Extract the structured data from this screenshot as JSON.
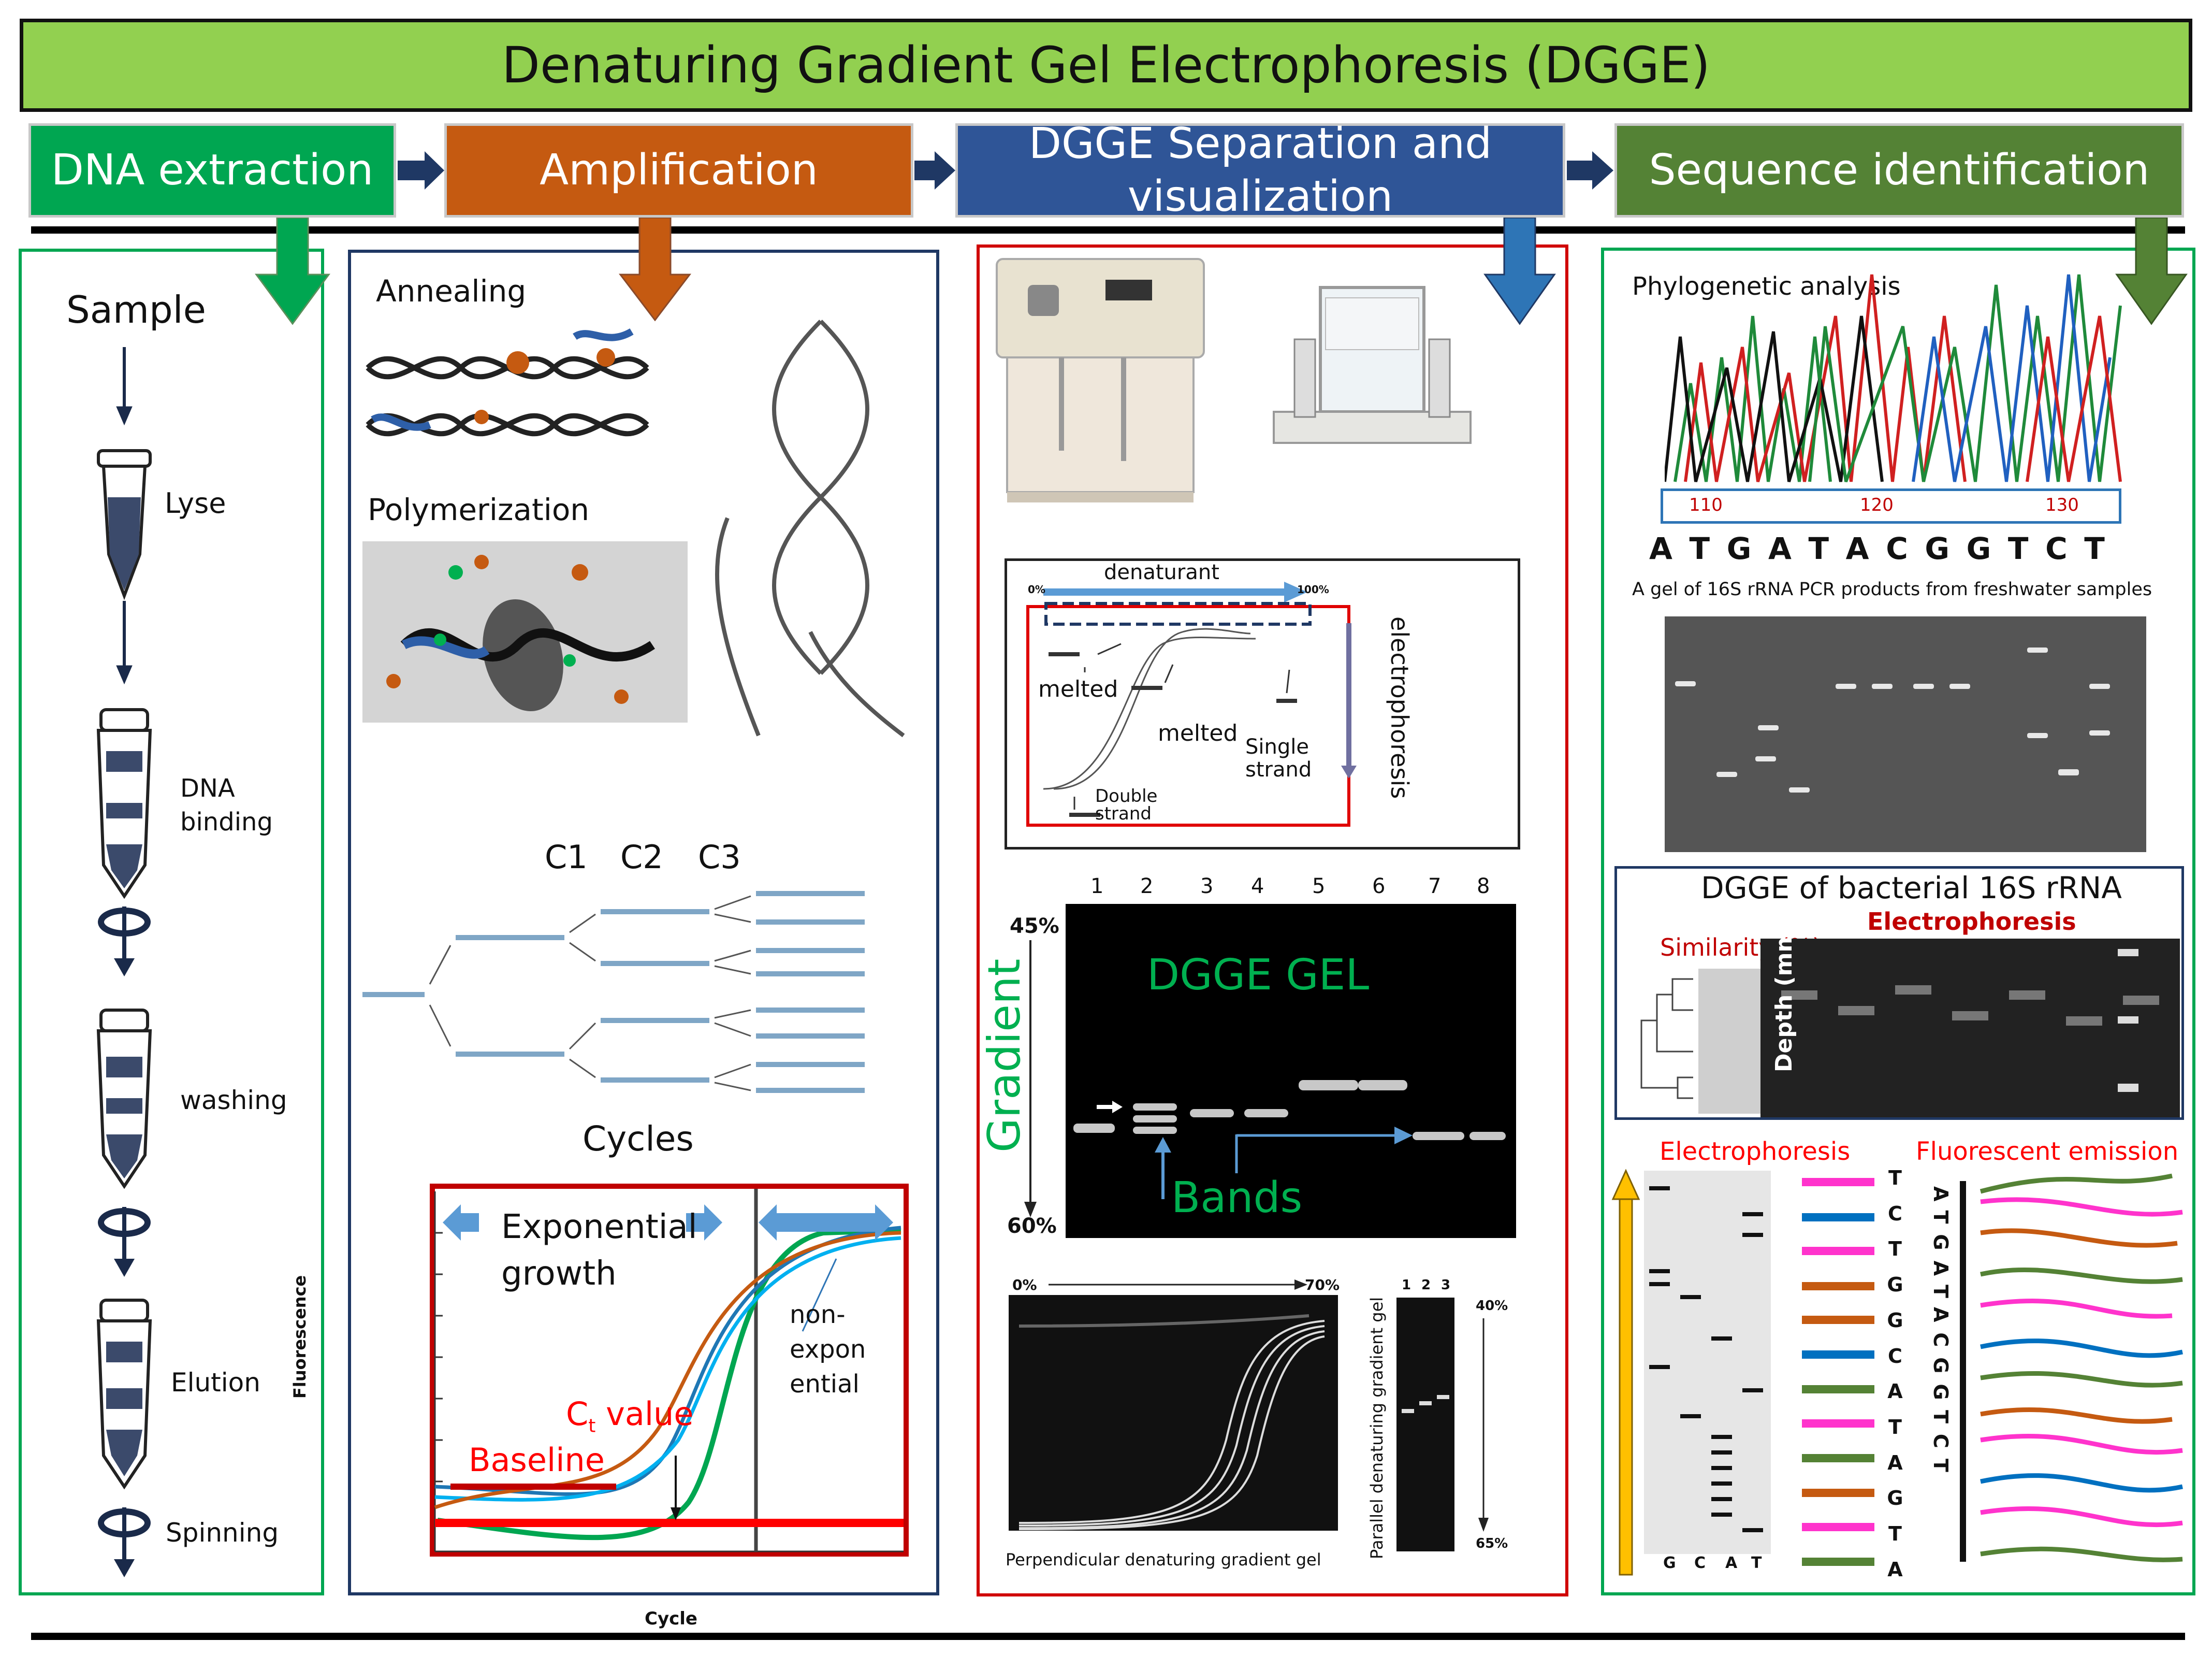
{
  "title": "Denaturing Gradient Gel Electrophoresis (DGGE)",
  "stages": [
    {
      "label": "DNA extraction",
      "color": "#00a651"
    },
    {
      "label": "Amplification",
      "color": "#c55a11"
    },
    {
      "label": "DGGE Separation and visualization",
      "color": "#2f5597"
    },
    {
      "label": "Sequence identification",
      "color": "#548235"
    }
  ],
  "extraction": {
    "sample": "Sample",
    "steps": [
      "Lyse",
      "DNA binding",
      "washing",
      "Elution",
      "Spinning"
    ]
  },
  "amplification": {
    "annealing": "Annealing",
    "polymerization": "Polymerization",
    "cycle_labels": [
      "C1",
      "C2",
      "C3"
    ],
    "cycles": "Cycles",
    "qpcr": {
      "exponential": "Exponential growth",
      "nonexp": "non- expon ential",
      "ct": "C",
      "ct_sub": "t",
      "ct_rest": " value",
      "baseline": "Baseline",
      "ylabel": "Fluorescence",
      "xlabel": "Cycle"
    }
  },
  "dgge": {
    "denaturant": "denaturant",
    "pct0": "0%",
    "pct100": "100%",
    "melted1": "melted",
    "melted2": "melted",
    "single": "Single strand",
    "double": "Double strand",
    "electrophoresis": "electrophoresis",
    "lanes": [
      "1",
      "2",
      "3",
      "4",
      "5",
      "6",
      "7",
      "8"
    ],
    "top_pct": "45%",
    "bottom_pct": "60%",
    "gradient": "Gradient",
    "gel_title": "DGGE GEL",
    "bands": "Bands",
    "perp_0": "0%",
    "perp_70": "70%",
    "perp_caption": "Perpendicular denaturing gradient gel",
    "par_lanes": [
      "1",
      "2",
      "3"
    ],
    "par_40": "40%",
    "par_65": "65%",
    "par_caption": "Parallel denaturing gradient gel"
  },
  "sequence": {
    "phylo": "Phylogenetic analysis",
    "positions": [
      "110",
      "120",
      "130"
    ],
    "bases": [
      "A",
      "T",
      "G",
      "A",
      "T",
      "A",
      "C",
      "G",
      "G",
      "T",
      "C",
      "T"
    ],
    "gel_caption": "A gel of 16S rRNA PCR products from freshwater samples",
    "box_title": "DGGE of bacterial 16S rRNA",
    "electrophoresis_red": "Electrophoresis",
    "similarity": "Similarity (%)",
    "depth": "Depth (mm)",
    "ep_label": "Electrophoresis",
    "fl_label": "Fluorescent emission",
    "lane_letters": [
      "G",
      "C",
      "A",
      "T"
    ],
    "read_bases": [
      "T",
      "C",
      "T",
      "G",
      "G",
      "C",
      "A",
      "T",
      "A",
      "G",
      "T",
      "A"
    ],
    "vertical_seq": "ATGATACGGTCT"
  },
  "colors": {
    "title_bg": "#92d050",
    "green_border": "#00a651",
    "navy_border": "#1f3864",
    "red_border": "#d00000",
    "arrow_navy": "#1f3864",
    "arrow_green": "#00a651",
    "arrow_orange": "#c55a11",
    "arrow_blue": "#2e75b6",
    "arrow_darkgreen": "#548235",
    "dgge_green": "#00b050",
    "red_text": "#ff0000",
    "yellow_arrow": "#ffc000"
  }
}
